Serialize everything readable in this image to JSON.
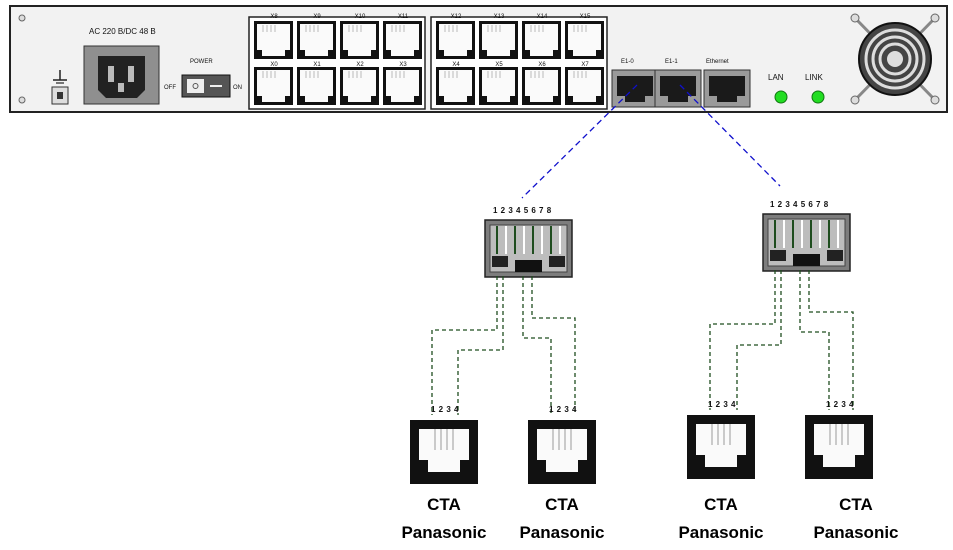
{
  "panel": {
    "power_label": "AC 220 B/DC 48 B",
    "switch_label": "POWER",
    "off_label": "OFF",
    "on_label": "ON",
    "top_ports": [
      "X8",
      "X9",
      "X10",
      "X11",
      "X12",
      "X13",
      "X14",
      "X15"
    ],
    "bottom_ports": [
      "X0",
      "X1",
      "X2",
      "X3",
      "X4",
      "X5",
      "X6",
      "X7"
    ],
    "e1_0_label": "E1-0",
    "e1_1_label": "E1-1",
    "ethernet_label": "Ethernet",
    "lan_label": "LAN",
    "link_label": "LINK",
    "led_color": "#22dd22"
  },
  "connectors": {
    "rj45_pins": "1 2 3 4 5 6 7 8",
    "rj11_pins": "1 2 3 4"
  },
  "devices": [
    {
      "line1": "CTA",
      "line2": "Panasonic"
    },
    {
      "line1": "CTA",
      "line2": "Panasonic"
    },
    {
      "line1": "CTA",
      "line2": "Panasonic"
    },
    {
      "line1": "CTA",
      "line2": "Panasonic"
    }
  ],
  "colors": {
    "link_line": "#1010cc",
    "wire": "#1f4d1f",
    "panel_bg": "#f2f2f2"
  }
}
